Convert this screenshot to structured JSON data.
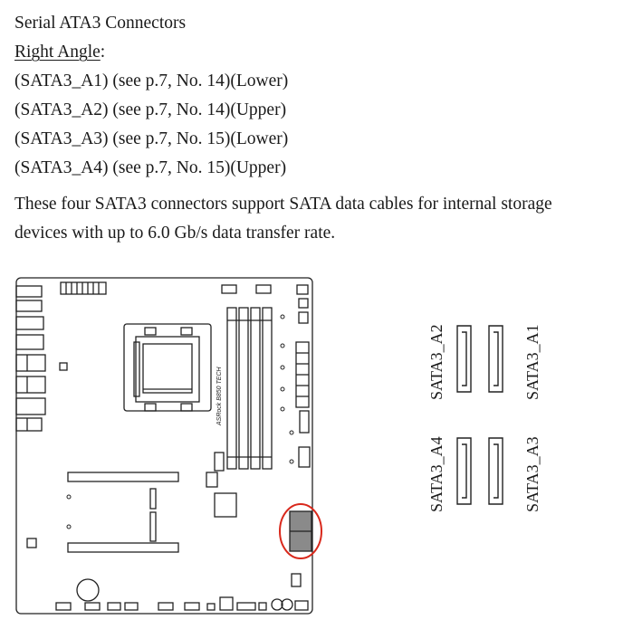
{
  "section": {
    "title": "Serial ATA3 Connectors",
    "subtitle": "Right Angle",
    "subtitle_suffix": ":",
    "connectors": [
      "(SATA3_A1) (see p.7, No. 14)(Lower)",
      "(SATA3_A2) (see p.7, No. 14)(Upper)",
      "(SATA3_A3) (see p.7, No. 15)(Lower)",
      "(SATA3_A4) (see p.7, No. 15)(Upper)"
    ],
    "description_line1": "These four SATA3 connectors support SATA data cables for internal storage",
    "description_line2": "devices with up to 6.0 Gb/s data transfer rate."
  },
  "diagram": {
    "board_brand": "ASRock B850 TECH",
    "highlight_color": "#d9291c",
    "port_labels": {
      "a2": "SATA3_A2",
      "a1": "SATA3_A1",
      "a4": "SATA3_A4",
      "a3": "SATA3_A3"
    }
  }
}
